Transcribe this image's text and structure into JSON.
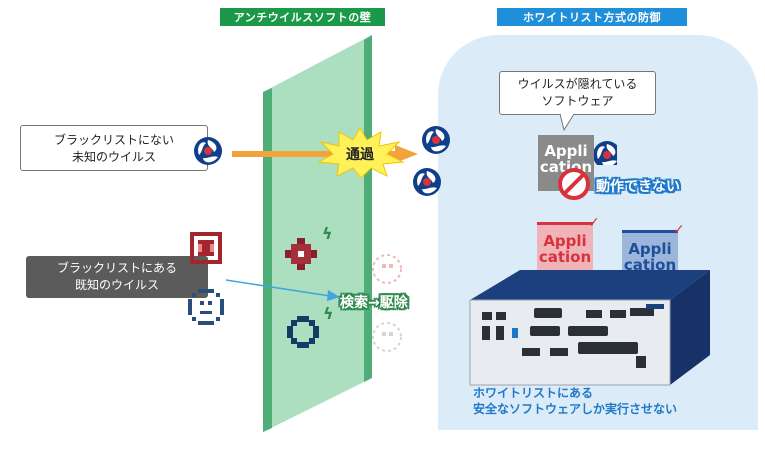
{
  "header_left": {
    "label": "アンチウイルスソフトの壁",
    "color": "#1a9a48"
  },
  "header_right": {
    "label": "ホワイトリスト方式の防御",
    "color": "#1e8fd8"
  },
  "unknown_virus": {
    "line1": "ブラックリストにない",
    "line2": "未知のウイルス"
  },
  "known_virus": {
    "line1": "ブラックリストにある",
    "line2": "既知のウイルス"
  },
  "pass_label": "通過",
  "detect_label": "検索→駆除",
  "hidden_callout": {
    "line1": "ウイルスが隠れている",
    "line2": "ソフトウェア"
  },
  "no_run_label": "動作できない",
  "cards": [
    {
      "line1": "Appli",
      "line2": "cation",
      "color": "#8a8a8a"
    },
    {
      "line1": "Appli",
      "line2": "cation",
      "color": "#d8323c"
    },
    {
      "line1": "Appli",
      "line2": "cation",
      "color": "#1e4f9a"
    }
  ],
  "footer": {
    "line1": "ホワイトリストにある",
    "line2": "安全なソフトウェアしか実行させない"
  },
  "icons": {
    "virus": "virus-icon",
    "no_entry": "prohibited-icon",
    "pixel_virus": "pixel-virus-icon",
    "computer": "embedded-computer-icon",
    "burst": "burst-icon"
  },
  "colors": {
    "wall": "#8fd4ab",
    "wall_edge": "#4fae78",
    "right_bg": "#dcebf8",
    "arrow_orange": "#f2a33a",
    "arrow_blue": "#41a6dd",
    "virus_blue": "#0f3f8a",
    "virus_red": "#d8323c"
  }
}
